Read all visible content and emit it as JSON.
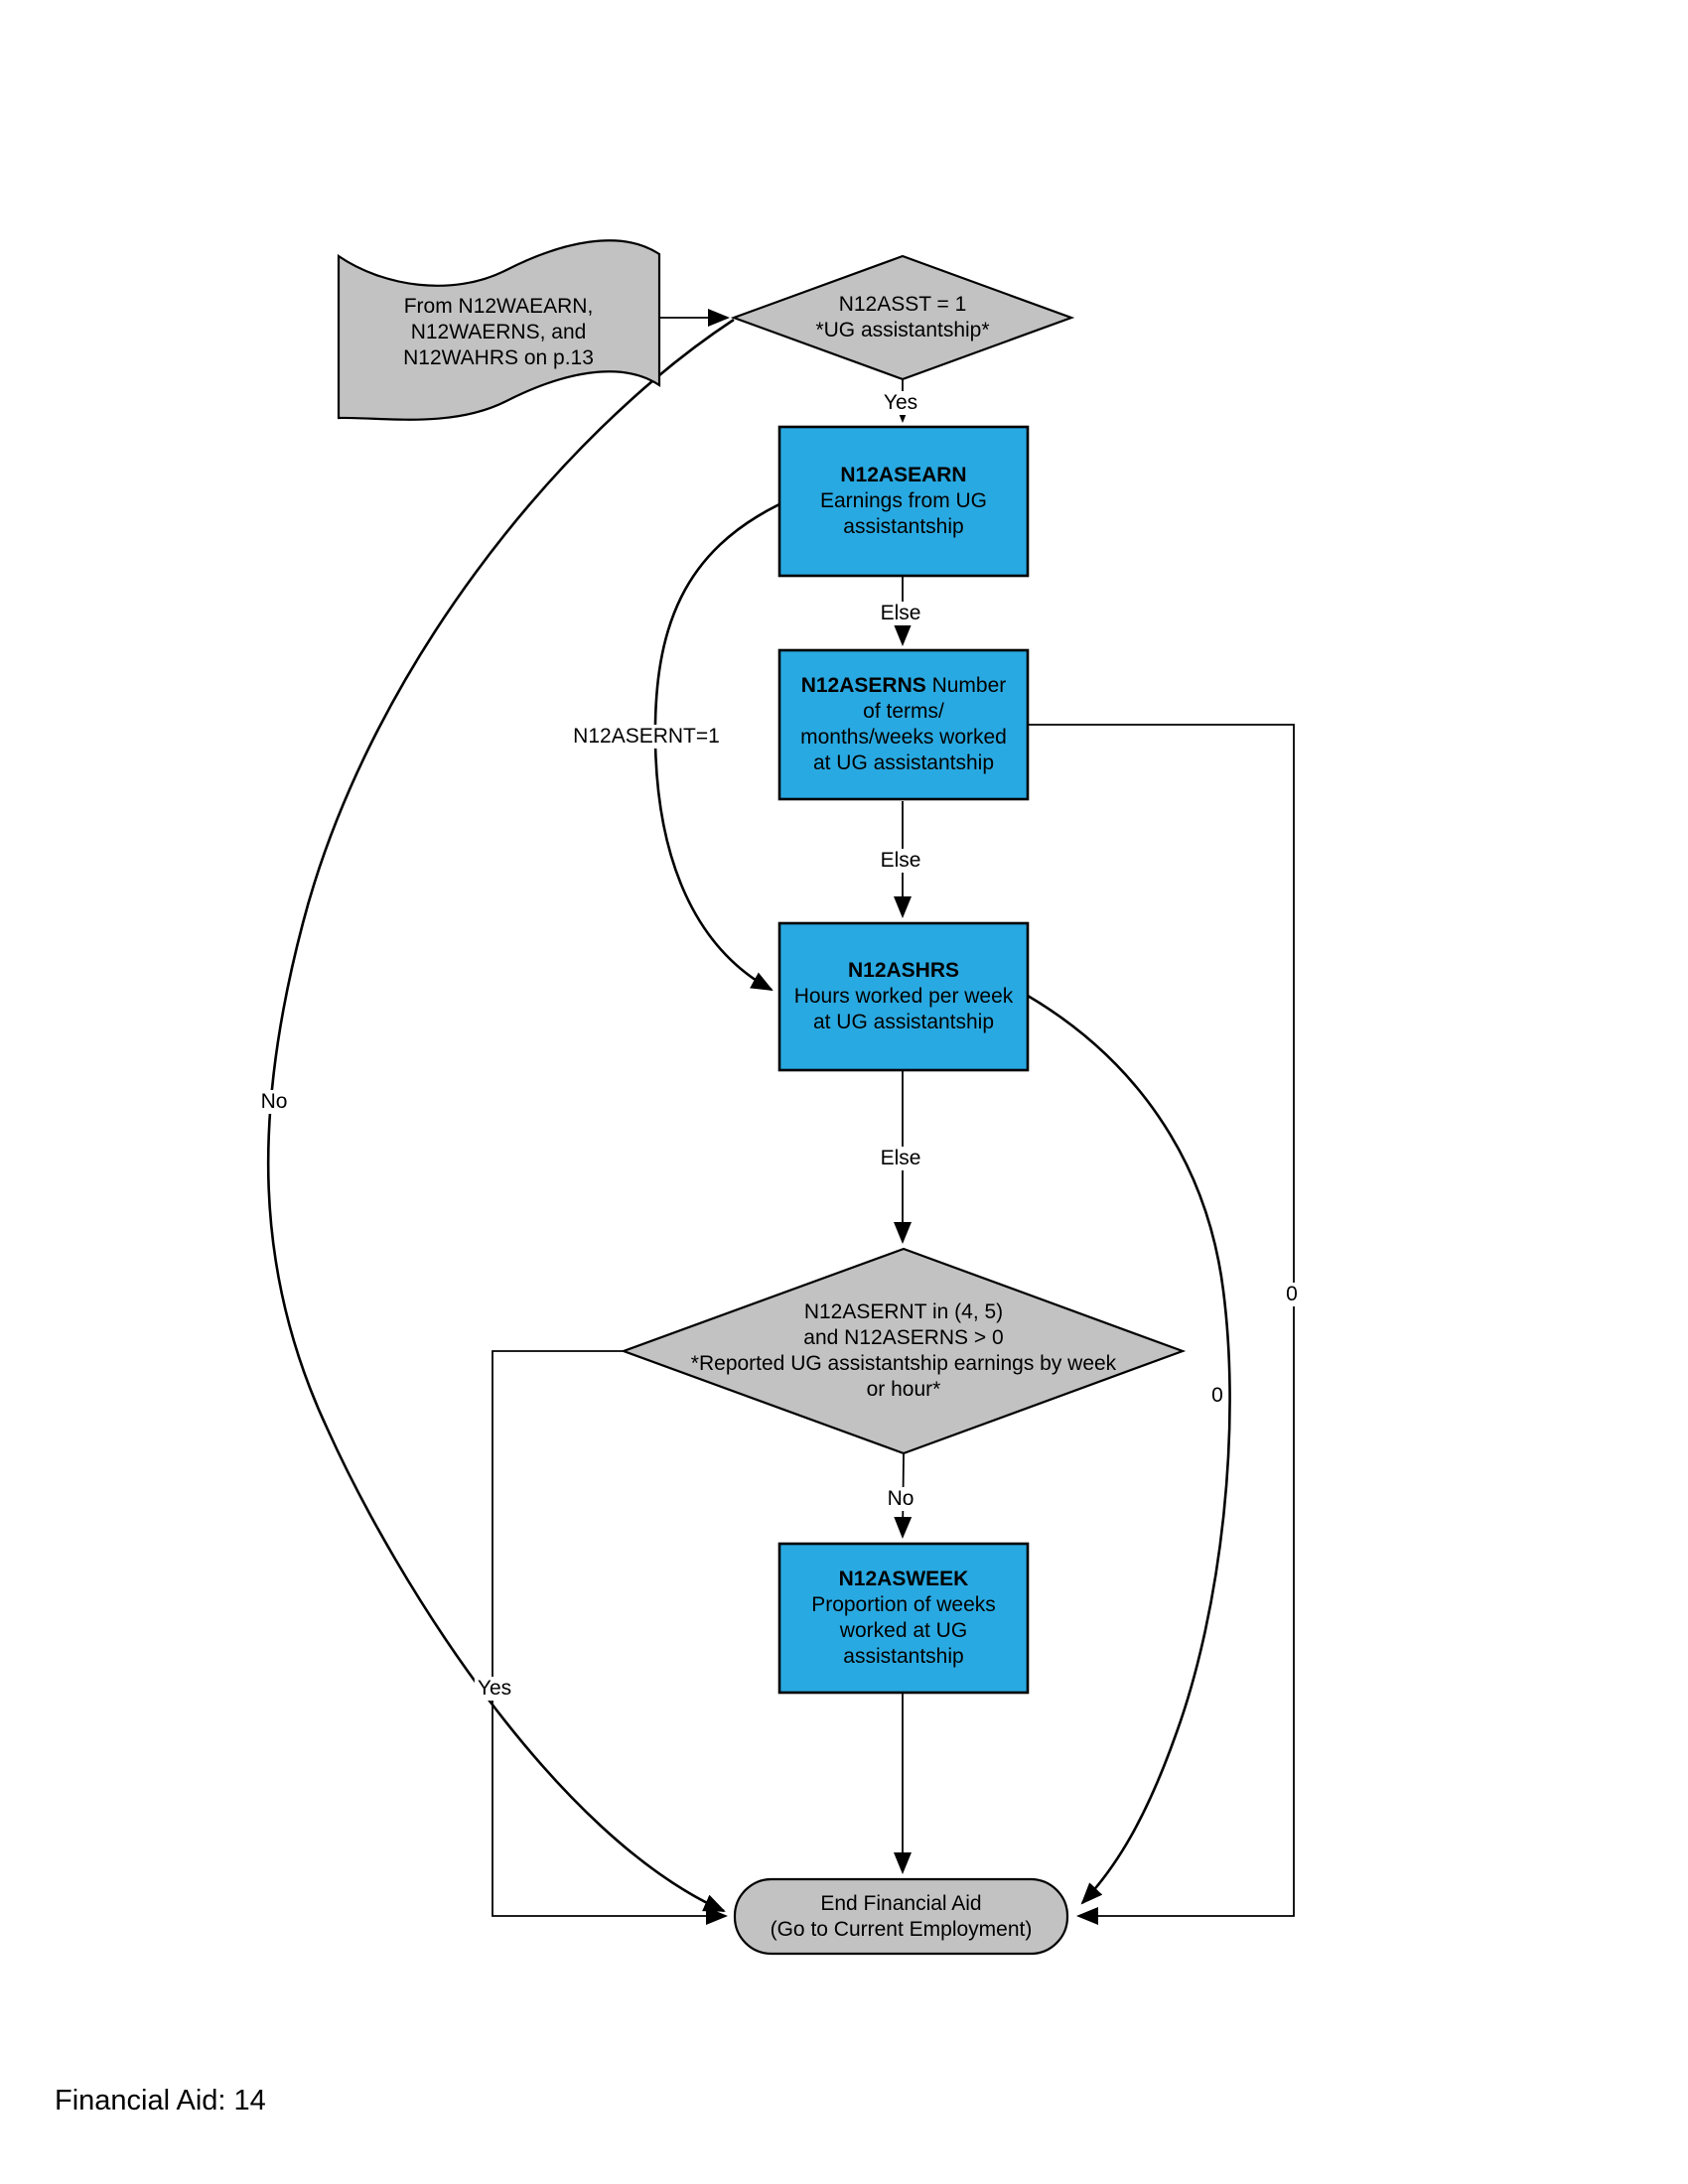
{
  "page": {
    "footer": "Financial Aid: 14"
  },
  "colors": {
    "node_blue": "#29A9E1",
    "node_gray": "#C2C2C2",
    "outline": "#000000"
  },
  "nodes": {
    "source_tape": {
      "text": "From N12WAEARN,\nN12WAERNS, and\nN12WAHRS on p.13"
    },
    "decision_asst": {
      "text": "N12ASST = 1\n*UG assistantship*"
    },
    "asearn": {
      "title": "N12ASEARN",
      "body": "Earnings from UG\nassistantship"
    },
    "aserns": {
      "title": "N12ASERNS",
      "body": " Number\nof terms/\nmonths/weeks worked\nat UG assistantship"
    },
    "ashrs": {
      "title": "N12ASHRS",
      "body": "Hours worked per week\nat UG assistantship"
    },
    "decision_ernt": {
      "text": "N12ASERNT in (4, 5)\nand N12ASERNS > 0\n*Reported UG assistantship earnings by week\nor hour*"
    },
    "asweek": {
      "title": "N12ASWEEK",
      "body": "Proportion of weeks\nworked at UG\nassistantship"
    },
    "end_node": {
      "text": "End Financial Aid\n(Go to Current Employment)"
    }
  },
  "edge_labels": {
    "yes_top": "Yes",
    "else_1": "Else",
    "else_2": "Else",
    "else_3": "Else",
    "no_to_asweek": "No",
    "asernt_eq_1": "N12ASERNT=1",
    "no_left": "No",
    "yes_left": "Yes",
    "zero_vertical": "0",
    "zero_curve": "0"
  }
}
